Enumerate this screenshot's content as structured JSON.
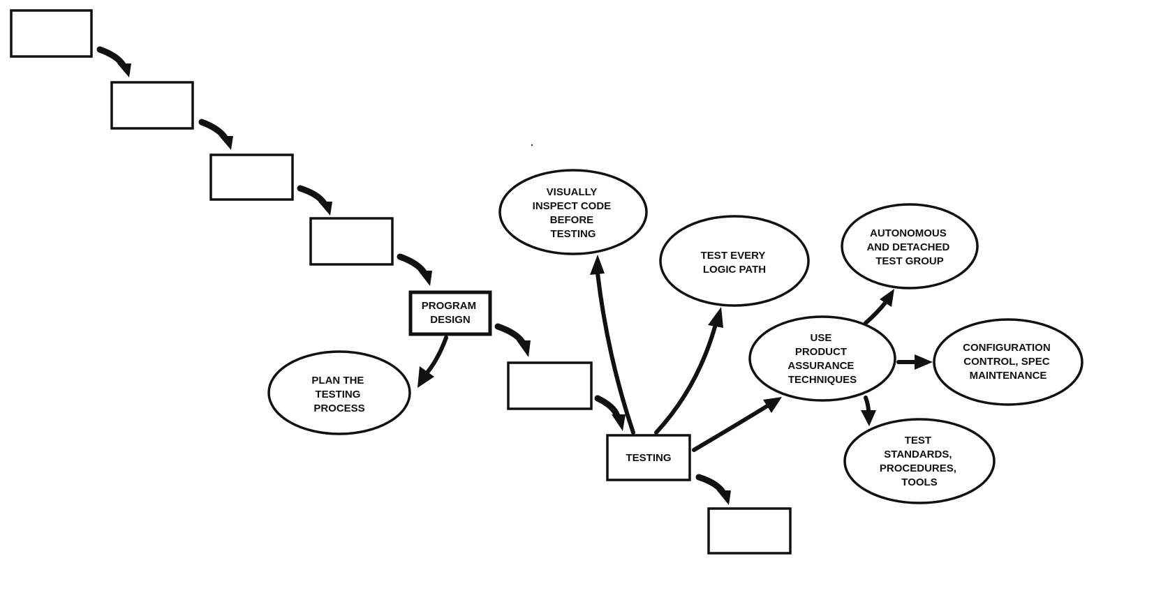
{
  "diagram": {
    "nodes": {
      "step1": {
        "lines": []
      },
      "step2": {
        "lines": []
      },
      "step3": {
        "lines": []
      },
      "step4": {
        "lines": []
      },
      "program_design": {
        "lines": [
          "PROGRAM",
          "DESIGN"
        ]
      },
      "step6": {
        "lines": []
      },
      "testing": {
        "lines": [
          "TESTING"
        ]
      },
      "step8": {
        "lines": []
      },
      "plan_testing": {
        "lines": [
          "PLAN THE",
          "TESTING",
          "PROCESS"
        ]
      },
      "visually_inspect": {
        "lines": [
          "VISUALLY",
          "INSPECT CODE",
          "BEFORE",
          "TESTING"
        ]
      },
      "test_logic_path": {
        "lines": [
          "TEST EVERY",
          "LOGIC PATH"
        ]
      },
      "product_assurance": {
        "lines": [
          "USE",
          "PRODUCT",
          "ASSURANCE",
          "TECHNIQUES"
        ]
      },
      "autonomous_group": {
        "lines": [
          "AUTONOMOUS",
          "AND DETACHED",
          "TEST GROUP"
        ]
      },
      "configuration_control": {
        "lines": [
          "CONFIGURATION",
          "CONTROL, SPEC",
          "MAINTENANCE"
        ]
      },
      "test_standards": {
        "lines": [
          "TEST",
          "STANDARDS,",
          "PROCEDURES,",
          "TOOLS"
        ]
      }
    },
    "edges": [
      {
        "from": "step1",
        "to": "step2"
      },
      {
        "from": "step2",
        "to": "step3"
      },
      {
        "from": "step3",
        "to": "step4"
      },
      {
        "from": "step4",
        "to": "program_design"
      },
      {
        "from": "program_design",
        "to": "step6"
      },
      {
        "from": "step6",
        "to": "testing"
      },
      {
        "from": "testing",
        "to": "step8"
      },
      {
        "from": "program_design",
        "to": "plan_testing"
      },
      {
        "from": "testing",
        "to": "visually_inspect"
      },
      {
        "from": "testing",
        "to": "test_logic_path"
      },
      {
        "from": "testing",
        "to": "product_assurance"
      },
      {
        "from": "product_assurance",
        "to": "autonomous_group"
      },
      {
        "from": "product_assurance",
        "to": "configuration_control"
      },
      {
        "from": "product_assurance",
        "to": "test_standards"
      }
    ]
  }
}
